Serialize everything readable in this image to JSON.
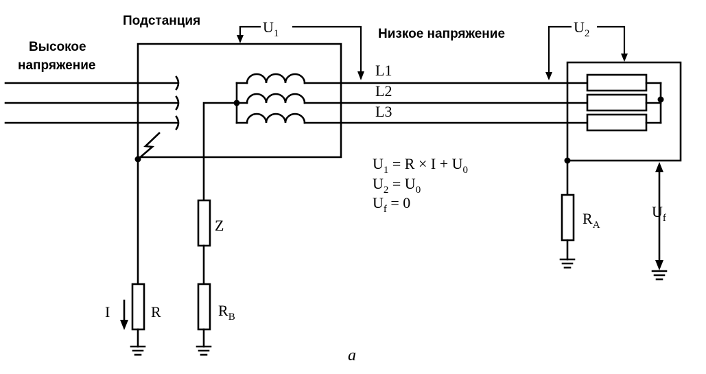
{
  "labels": {
    "substation": "Подстанция",
    "high_voltage_line1": "Высокое",
    "high_voltage_line2": "напряжение",
    "low_voltage": "Низкое напряжение",
    "u1": "U",
    "u1_sub": "1",
    "u2": "U",
    "u2_sub": "2",
    "l1": "L1",
    "l2": "L2",
    "l3": "L3",
    "z": "Z",
    "r": "R",
    "i": "I",
    "rb": "R",
    "rb_sub": "B",
    "ra": "R",
    "ra_sub": "A",
    "uf": "U",
    "uf_sub": "f",
    "caption": "a"
  },
  "equations": [
    {
      "main": "U",
      "sub": "1",
      "rest": " = R × I + U",
      "sub2": "0"
    },
    {
      "main": "U",
      "sub": "2",
      "rest": " = U",
      "sub2": "0"
    },
    {
      "main": "U",
      "sub": "f",
      "rest": " = 0",
      "sub2": ""
    }
  ]
}
